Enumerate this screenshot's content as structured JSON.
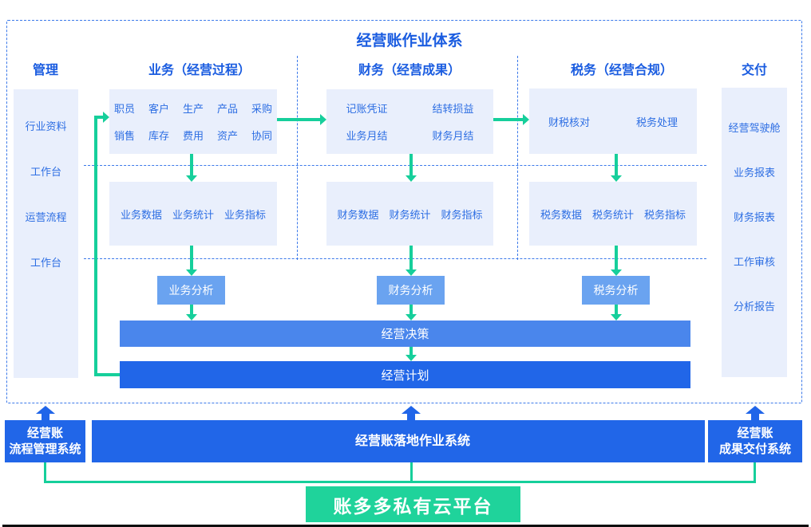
{
  "title": "经营账作业体系",
  "colors": {
    "green": "#16cf9b",
    "blue": "#2065e9",
    "bar_decision": "#4a86ec",
    "bar_plan": "#2166e8",
    "analysis_fill": "#6aa3f0",
    "light_box": "#e9effc",
    "header_text": "#1a5ce0",
    "platform_green": "#1fd39b"
  },
  "columns": {
    "manage": {
      "header": "管理",
      "items": [
        "行业资料",
        "工作台",
        "运营流程",
        "工作台"
      ]
    },
    "business": {
      "header": "业务（经营过程）",
      "process_row1": [
        "职员",
        "客户",
        "生产",
        "产品",
        "采购"
      ],
      "process_row2": [
        "销售",
        "库存",
        "费用",
        "资产",
        "协同"
      ],
      "data_items": [
        "业务数据",
        "业务统计",
        "业务指标"
      ],
      "analysis": "业务分析"
    },
    "finance": {
      "header": "财务（经营成果）",
      "row1": [
        "记账凭证",
        "结转损益"
      ],
      "row2": [
        "业务月结",
        "财务月结"
      ],
      "data_items": [
        "财务数据",
        "财务统计",
        "财务指标"
      ],
      "analysis": "财务分析"
    },
    "tax": {
      "header": "税务（经营合规）",
      "items": [
        "财税核对",
        "税务处理"
      ],
      "data_items": [
        "税务数据",
        "税务统计",
        "税务指标"
      ],
      "analysis": "税务分析"
    },
    "delivery": {
      "header": "交付",
      "items": [
        "经营驾驶舱",
        "业务报表",
        "财务报表",
        "工作审核",
        "分析报告"
      ]
    }
  },
  "bars": {
    "decision": "经营决策",
    "plan": "经营计划"
  },
  "systems": {
    "left": {
      "line1": "经营账",
      "line2": "流程管理系统"
    },
    "middle": "经营账落地作业系统",
    "right": {
      "line1": "经营账",
      "line2": "成果交付系统"
    }
  },
  "platform": "账多多私有云平台"
}
